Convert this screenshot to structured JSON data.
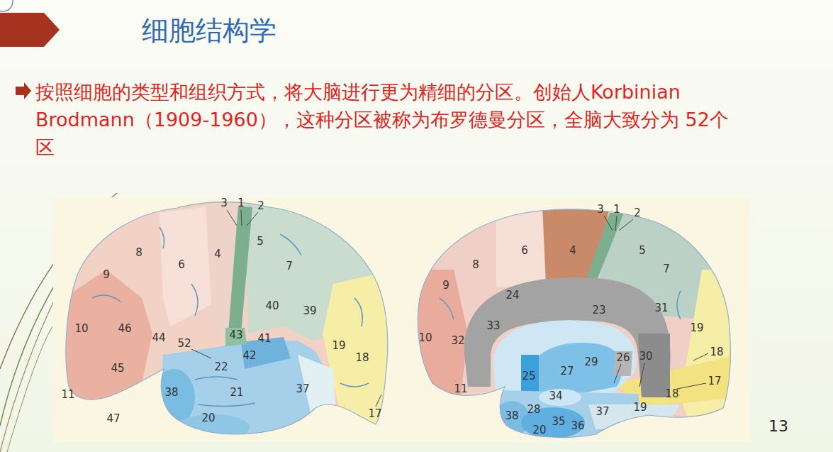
{
  "diagram": {
    "title": "细胞结构学",
    "labels": [
      "按照细胞的类型和组织方式，将大脑进行更为精细的分区。创始人Korbinian Brodmann（1909-1960），这种分区被称为布罗德曼分区，全脑大致分为 52个区",
      "3",
      "1",
      "2",
      "5",
      "8",
      "6",
      "4",
      "7",
      "9",
      "40",
      "39",
      "10",
      "46",
      "44",
      "43",
      "41",
      "52",
      "42",
      "22",
      "45",
      "19",
      "18",
      "11",
      "38",
      "21",
      "37",
      "47",
      "20",
      "17",
      "3",
      "1",
      "2",
      "6",
      "4",
      "5",
      "8",
      "7",
      "9",
      "24",
      "23",
      "31",
      "33",
      "19",
      "10",
      "32",
      "18",
      "25",
      "27",
      "29",
      "26",
      "30",
      "17",
      "11",
      "34",
      "18",
      "38",
      "28",
      "37",
      "19",
      "20",
      "35",
      "36",
      "13"
    ]
  }
}
